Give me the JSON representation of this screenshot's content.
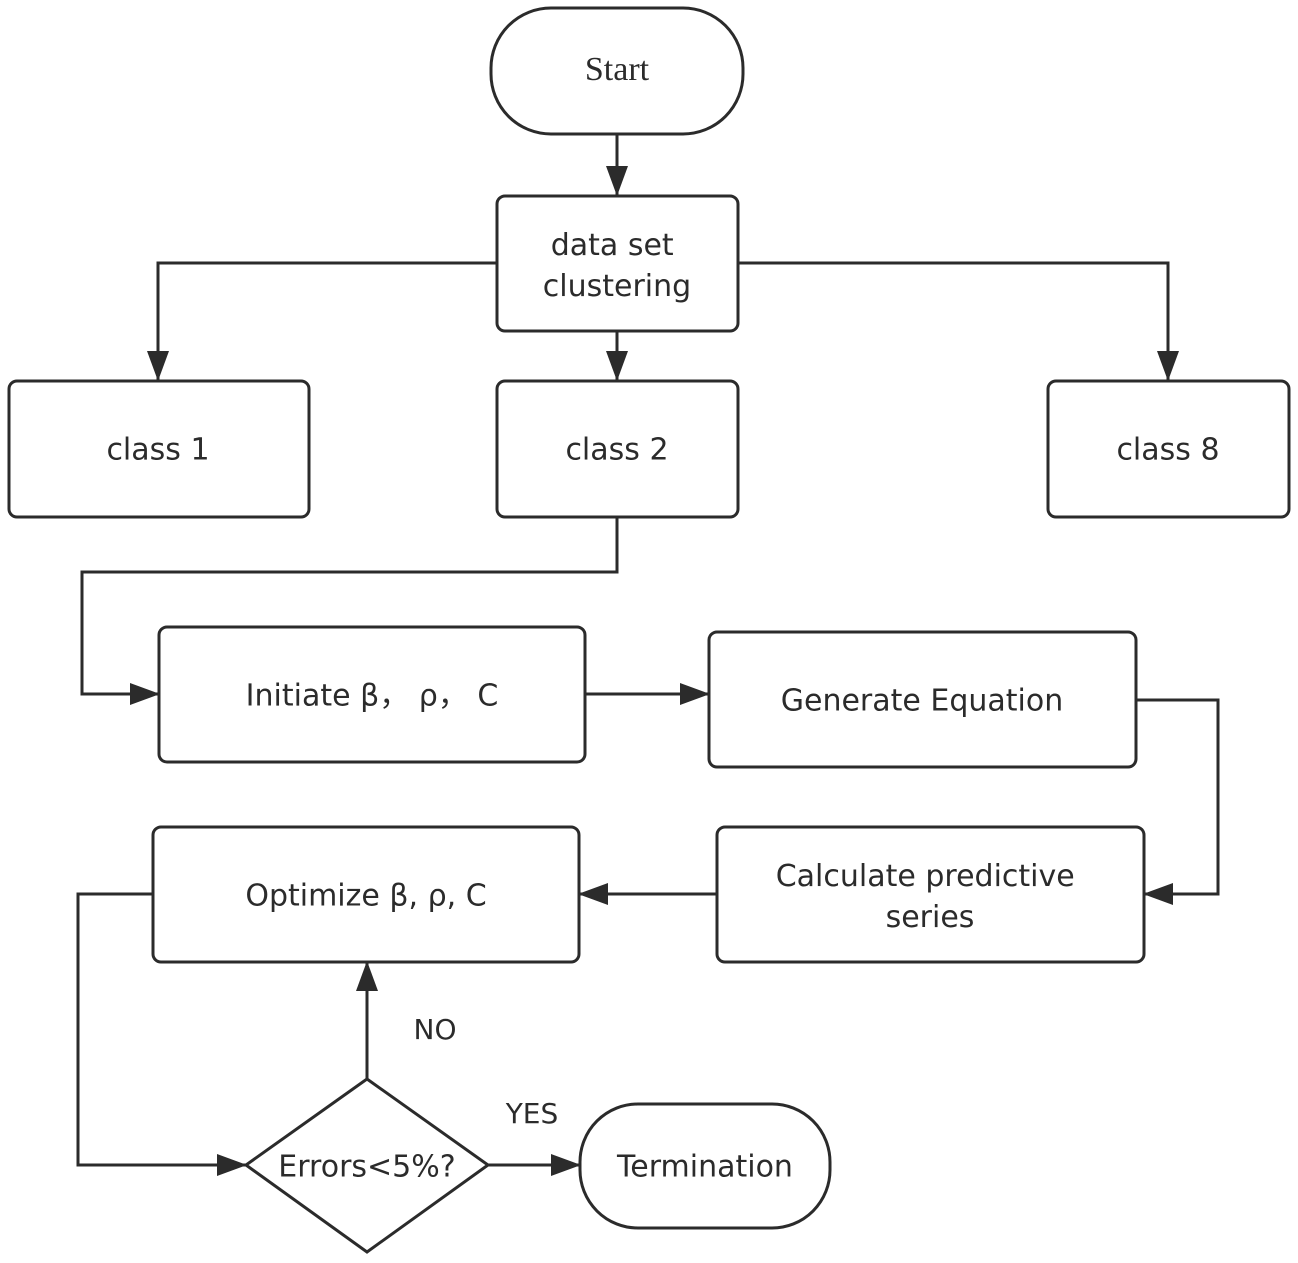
{
  "nodes": {
    "start": "Start",
    "data_set_clustering": [
      "data set",
      "clustering"
    ],
    "class_1": "class 1",
    "class_2": "class 2",
    "class_8": "class 8",
    "initiate": "Initiate β， ρ， C",
    "generate_equation": "Generate Equation",
    "calculate_predictive_series": [
      "Calculate predictive",
      "series"
    ],
    "optimize": "Optimize β, ρ, C",
    "errors_check": "Errors<5%?",
    "termination": "Termination"
  },
  "edge_labels": {
    "no": "NO",
    "yes": "YES"
  },
  "colors": {
    "stroke": "#2b2b2b",
    "background": "#ffffff"
  }
}
